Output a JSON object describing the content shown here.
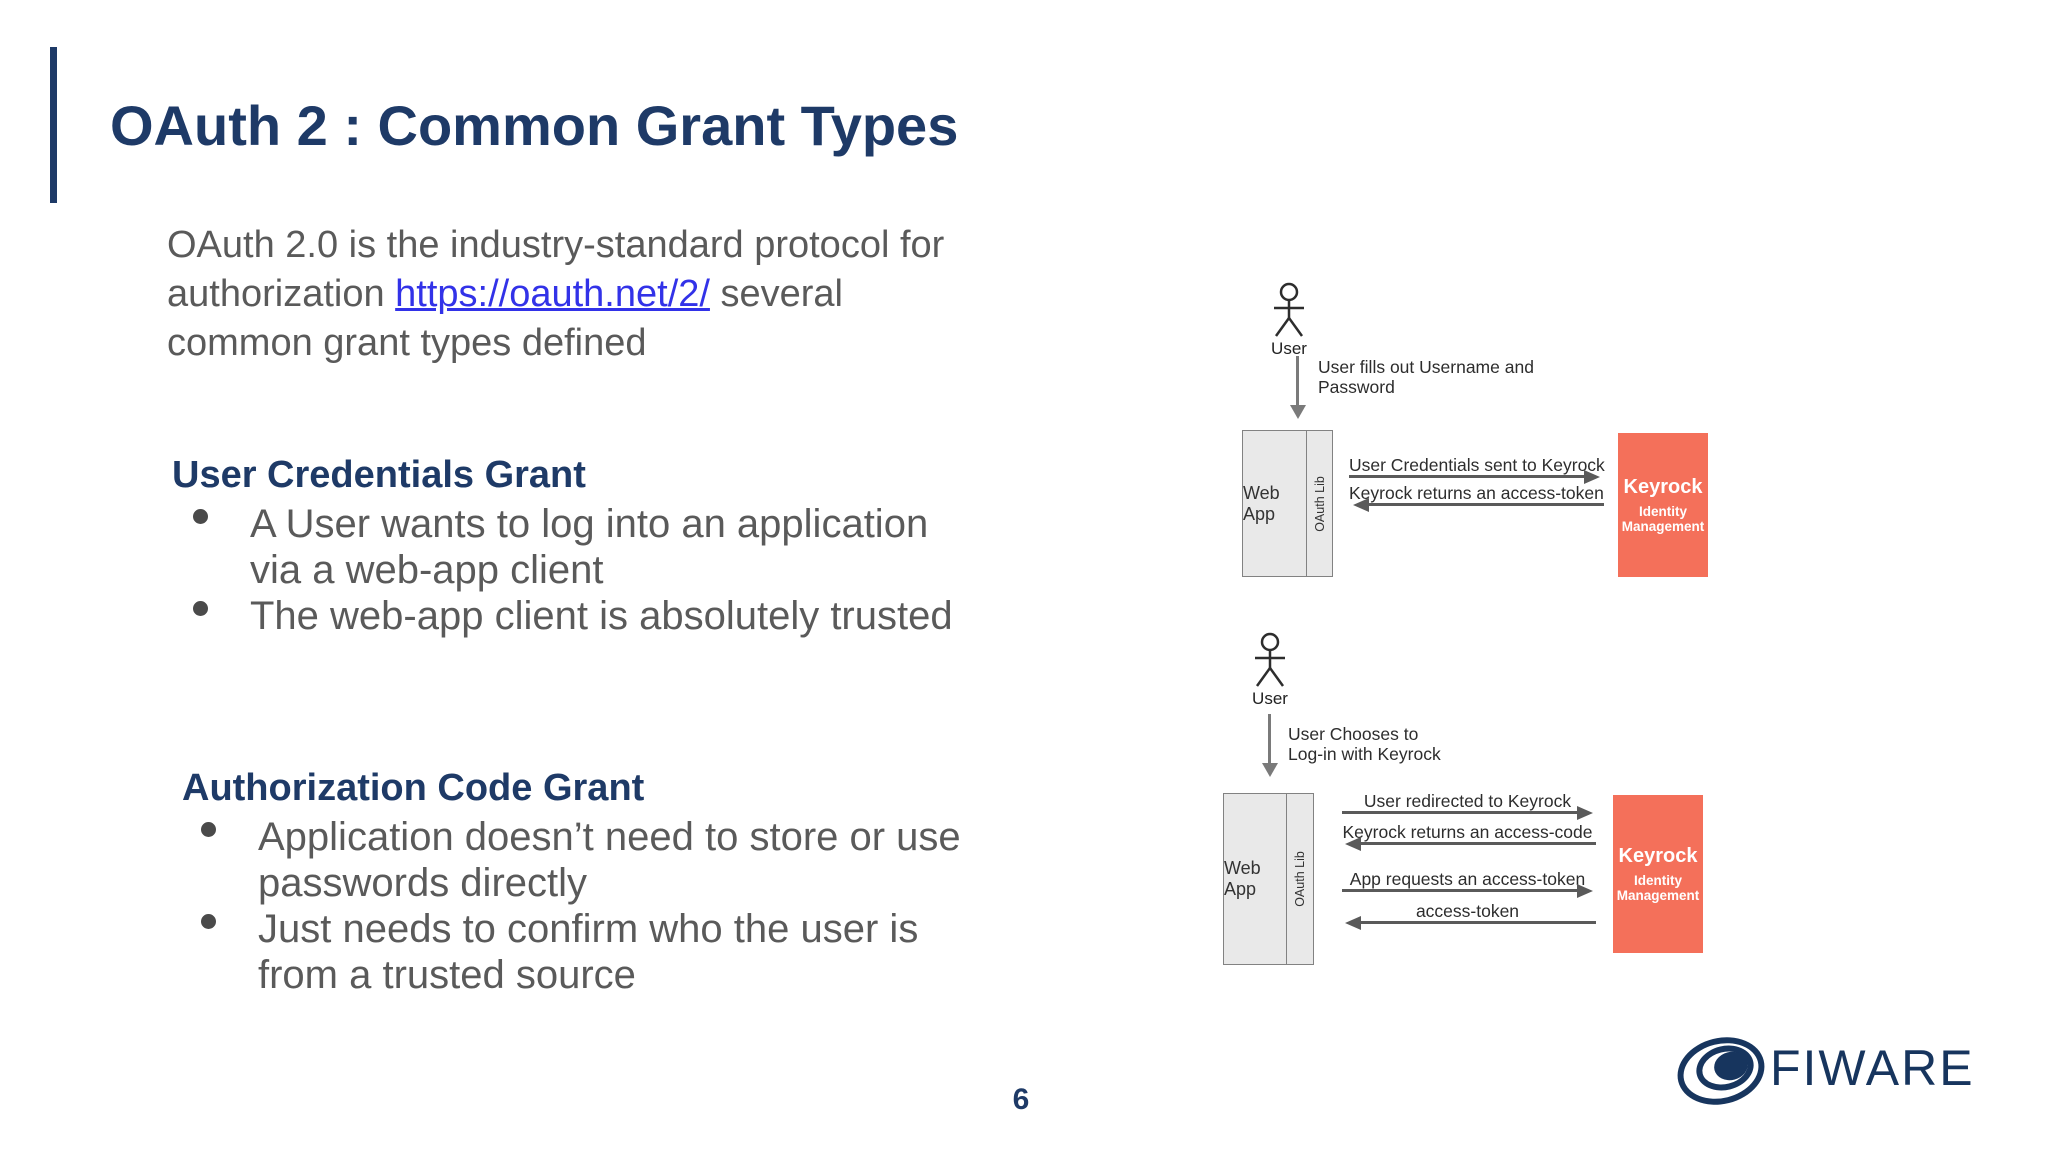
{
  "page": {
    "title": "OAuth 2 : Common Grant Types",
    "page_number": "6"
  },
  "intro": {
    "line1": "OAuth 2.0 is the industry-standard protocol for",
    "line2_prefix": "authorization ",
    "link_text": "https://oauth.net/2/",
    "line2_suffix": " several",
    "line3": "common grant types defined"
  },
  "sections": [
    {
      "heading": "User Credentials Grant",
      "bullets": [
        {
          "lines": [
            "A User wants to log into an application",
            "via a web-app client"
          ]
        },
        {
          "lines": [
            "The web-app client is absolutely trusted"
          ]
        }
      ]
    },
    {
      "heading": "Authorization Code Grant",
      "bullets": [
        {
          "lines": [
            "Application doesn’t need to store or use",
            "passwords directly"
          ]
        },
        {
          "lines": [
            "Just needs to confirm who the user is",
            "from a trusted source"
          ]
        }
      ]
    }
  ],
  "diagram1": {
    "actor_label": "User",
    "action_line1": "User fills out Username and",
    "action_line2": "Password",
    "webapp_label": "Web App",
    "oauth_lib_label": "OAuth Lib",
    "keyrock": {
      "title": "Keyrock",
      "sub1": "Identity",
      "sub2": "Management"
    },
    "arrows": [
      {
        "label": "User Credentials sent to Keyrock",
        "direction": "right"
      },
      {
        "label": "Keyrock returns an access-token",
        "direction": "left"
      }
    ]
  },
  "diagram2": {
    "actor_label": "User",
    "action_line1": "User Chooses to",
    "action_line2": "Log-in with Keyrock",
    "webapp_label": "Web App",
    "oauth_lib_label": "OAuth Lib",
    "keyrock": {
      "title": "Keyrock",
      "sub1": "Identity",
      "sub2": "Management"
    },
    "arrows": [
      {
        "label": "User redirected to Keyrock",
        "direction": "right"
      },
      {
        "label": "Keyrock returns an access-code",
        "direction": "left"
      },
      {
        "label": "App requests an access-token",
        "direction": "right"
      },
      {
        "label": "access-token",
        "direction": "left"
      }
    ]
  },
  "footer": {
    "brand": "FIWARE"
  },
  "colors": {
    "accent_navy": "#1e3a67",
    "body_text": "#5a5a5a",
    "link_blue": "#3232e8",
    "keyrock_orange": "#f4705a",
    "box_gray": "#e9e9e9"
  }
}
